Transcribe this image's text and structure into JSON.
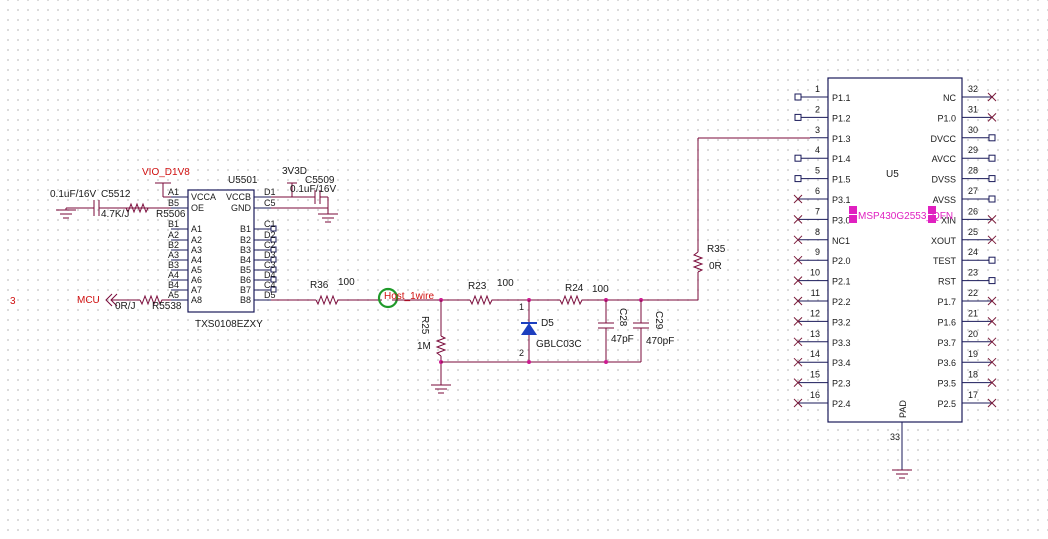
{
  "sheet": {
    "zone_label": "3"
  },
  "nets": {
    "vio": "VIO_D1V8",
    "v3": "3V3D",
    "mcu": "MCU",
    "host": "Host_1wire"
  },
  "u5501": {
    "ref": "U5501",
    "part": "TXS0108EZXY",
    "pins_left": [
      {
        "num": "A1",
        "name": "VCCA"
      },
      {
        "num": "B5",
        "name": "OE"
      },
      {
        "num": "B1",
        "name": "A1"
      },
      {
        "num": "A2",
        "name": "A2"
      },
      {
        "num": "B2",
        "name": "A3"
      },
      {
        "num": "A3",
        "name": "A4"
      },
      {
        "num": "B3",
        "name": "A5"
      },
      {
        "num": "A4",
        "name": "A6"
      },
      {
        "num": "B4",
        "name": "A7"
      },
      {
        "num": "A5",
        "name": "A8"
      }
    ],
    "pins_right": [
      {
        "num": "D1",
        "name": "VCCB"
      },
      {
        "num": "C5",
        "name": "GND"
      },
      {
        "num": "C1",
        "name": "B1"
      },
      {
        "num": "D2",
        "name": "B2"
      },
      {
        "num": "C2",
        "name": "B3"
      },
      {
        "num": "D3",
        "name": "B4"
      },
      {
        "num": "C3",
        "name": "B5"
      },
      {
        "num": "D4",
        "name": "B6"
      },
      {
        "num": "C4",
        "name": "B7"
      },
      {
        "num": "D5",
        "name": "B8"
      }
    ]
  },
  "u5": {
    "ref": "U5",
    "part": "MSP430G2553_QFN",
    "pins_left": [
      {
        "num": "1",
        "name": "P1.1",
        "end": "port"
      },
      {
        "num": "2",
        "name": "P1.2",
        "end": "port"
      },
      {
        "num": "3",
        "name": "P1.3",
        "end": "wire"
      },
      {
        "num": "4",
        "name": "P1.4",
        "end": "port"
      },
      {
        "num": "5",
        "name": "P1.5",
        "end": "port"
      },
      {
        "num": "6",
        "name": "P3.1",
        "end": "x"
      },
      {
        "num": "7",
        "name": "P3.0",
        "end": "x"
      },
      {
        "num": "8",
        "name": "NC1",
        "end": "x"
      },
      {
        "num": "9",
        "name": "P2.0",
        "end": "x"
      },
      {
        "num": "10",
        "name": "P2.1",
        "end": "x"
      },
      {
        "num": "11",
        "name": "P2.2",
        "end": "x"
      },
      {
        "num": "12",
        "name": "P3.2",
        "end": "x"
      },
      {
        "num": "13",
        "name": "P3.3",
        "end": "x"
      },
      {
        "num": "14",
        "name": "P3.4",
        "end": "x"
      },
      {
        "num": "15",
        "name": "P2.3",
        "end": "x"
      },
      {
        "num": "16",
        "name": "P2.4",
        "end": "x"
      }
    ],
    "pins_right": [
      {
        "num": "32",
        "name": "NC",
        "end": "x"
      },
      {
        "num": "31",
        "name": "P1.0",
        "end": "x"
      },
      {
        "num": "30",
        "name": "DVCC",
        "end": "port"
      },
      {
        "num": "29",
        "name": "AVCC",
        "end": "port"
      },
      {
        "num": "28",
        "name": "DVSS",
        "end": "port"
      },
      {
        "num": "27",
        "name": "AVSS",
        "end": "port"
      },
      {
        "num": "26",
        "name": "XIN",
        "end": "x"
      },
      {
        "num": "25",
        "name": "XOUT",
        "end": "x"
      },
      {
        "num": "24",
        "name": "TEST",
        "end": "port"
      },
      {
        "num": "23",
        "name": "RST",
        "end": "port"
      },
      {
        "num": "22",
        "name": "P1.7",
        "end": "x"
      },
      {
        "num": "21",
        "name": "P1.6",
        "end": "x"
      },
      {
        "num": "20",
        "name": "P3.7",
        "end": "x"
      },
      {
        "num": "19",
        "name": "P3.6",
        "end": "x"
      },
      {
        "num": "18",
        "name": "P3.5",
        "end": "x"
      },
      {
        "num": "17",
        "name": "P2.5",
        "end": "x"
      }
    ],
    "pad_name": "PAD",
    "pad_num": "33"
  },
  "parts": {
    "c5512": {
      "ref": "C5512",
      "value": "0.1uF/16V"
    },
    "r5506": {
      "ref": "R5506",
      "value": "4.7K/J"
    },
    "c5509": {
      "ref": "C5509",
      "value": "0.1uF/16V"
    },
    "r5538": {
      "ref": "R5538",
      "value": "0R/J"
    },
    "r36": {
      "ref": "R36",
      "value": "100"
    },
    "r25": {
      "ref": "R25",
      "value": "1M"
    },
    "r23": {
      "ref": "R23",
      "value": "100"
    },
    "d5": {
      "ref": "D5",
      "value": "GBLC03C",
      "pin1": "1",
      "pin2": "2"
    },
    "r24": {
      "ref": "R24",
      "value": "100"
    },
    "c28": {
      "ref": "C28",
      "value": "47pF"
    },
    "c29": {
      "ref": "C29",
      "value": "470pF"
    },
    "r35": {
      "ref": "R35",
      "value": "0R"
    }
  }
}
